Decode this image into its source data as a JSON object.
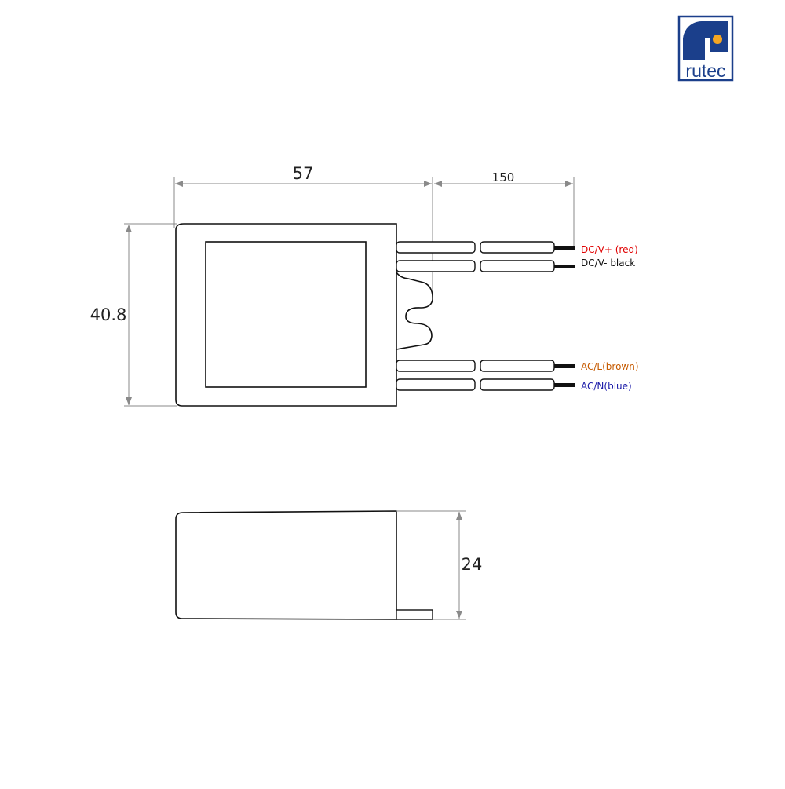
{
  "logo": {
    "text": "rutec",
    "colors": {
      "frame": "#1b3f8b",
      "dot": "#f5a623",
      "background": "#ffffff"
    }
  },
  "top_view": {
    "dim_width": "57",
    "dim_height": "40.8",
    "dim_wire": "150",
    "wires": [
      {
        "label": "DC/V+ (red)",
        "color": "#e00000"
      },
      {
        "label": "DC/V- black",
        "color": "#111111"
      },
      {
        "label": "AC/L(brown)",
        "color": "#c65a00"
      },
      {
        "label": "AC/N(blue)",
        "color": "#1a1aa8"
      }
    ]
  },
  "side_view": {
    "dim_height": "24"
  },
  "colors": {
    "line": "#111111",
    "dimension": "#888888",
    "arrow": "#8a8a8a"
  }
}
